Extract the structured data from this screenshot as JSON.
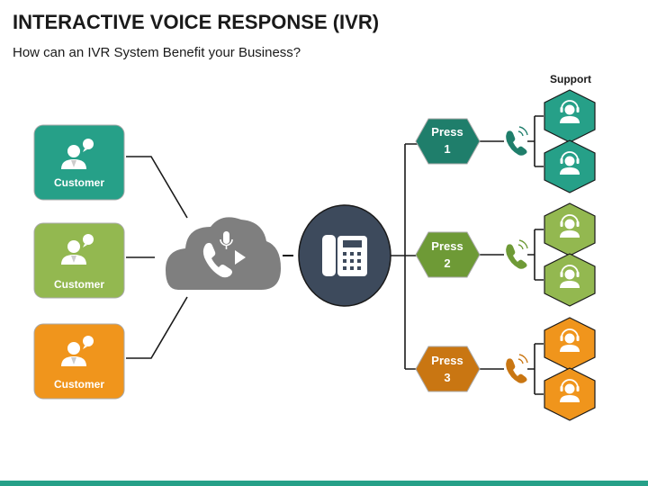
{
  "header": {
    "title": "INTERACTIVE VOICE RESPONSE (IVR)",
    "subtitle": "How can an IVR System Benefit your Business?"
  },
  "customers": [
    {
      "label": "Customer",
      "color": "#26a088"
    },
    {
      "label": "Customer",
      "color": "#93b850"
    },
    {
      "label": "Customer",
      "color": "#f0951c"
    }
  ],
  "ivr": {
    "cloud_color": "#7f7f7f",
    "phone_circle_color": "#3d4a5c",
    "icon_names": [
      "phone-mic-play-icon",
      "desk-phone-icon"
    ]
  },
  "options": [
    {
      "line1": "Press",
      "line2": "1",
      "color": "#1f7e6b"
    },
    {
      "line1": "Press",
      "line2": "2",
      "color": "#6e9a36"
    },
    {
      "line1": "Press",
      "line2": "3",
      "color": "#c97612"
    }
  ],
  "support": {
    "label": "Support",
    "colors": [
      "#26a088",
      "#93b850",
      "#f0951c"
    ]
  },
  "colors": {
    "connector": "#1a1a1a",
    "accent_bar": "#26a088"
  }
}
